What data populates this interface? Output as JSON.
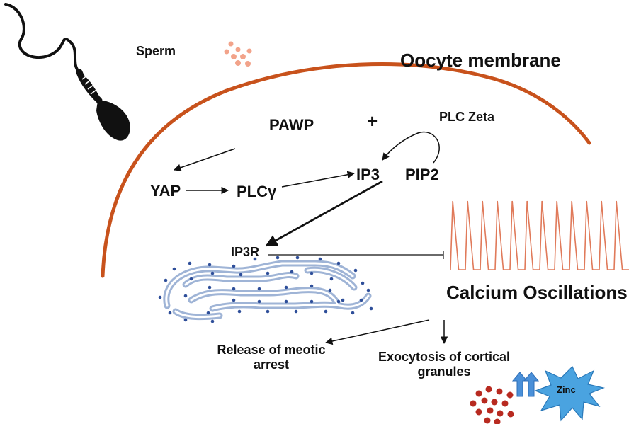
{
  "labels": {
    "sperm": "Sperm",
    "oocyte_membrane": "Oocyte membrane",
    "pawp": "PAWP",
    "plus": "+",
    "plc_zeta": "PLC Zeta",
    "yap": "YAP",
    "plc_gamma": "PLCγ",
    "ip3": "IP3",
    "pip2": "PIP2",
    "ip3r": "IP3R",
    "calcium_oscillations": "Calcium Oscillations",
    "release_line1": "Release of meotic",
    "release_line2": "arrest",
    "exocytosis_line1": "Exocytosis of cortical",
    "exocytosis_line2": "granules",
    "zinc": "Zinc"
  },
  "colors": {
    "membrane": "#c8521c",
    "oscillation": "#e07a5a",
    "er_outline": "#9fb4d6",
    "er_dots": "#2f4f9a",
    "granules": "#b82a20",
    "sperm_dots": "#f2a38a",
    "zinc_star": "#4aa3e0",
    "up_arrows": "#4a90d9"
  },
  "oscillation": {
    "peak_count": 12
  }
}
